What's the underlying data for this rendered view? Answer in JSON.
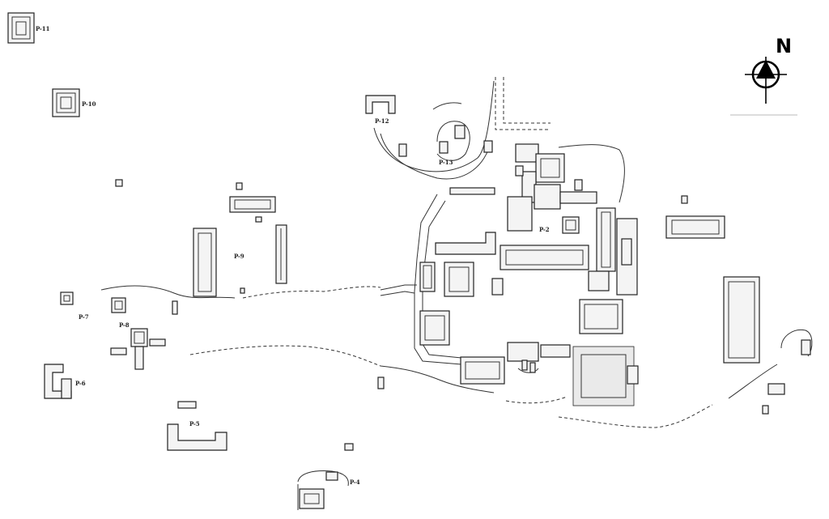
{
  "map": {
    "north_label": "N",
    "structure_labels": [
      "P-11",
      "P-10",
      "P-12",
      "P-13",
      "P-2",
      "P-9",
      "P-7",
      "P-8",
      "P-6",
      "P-5",
      "P-4"
    ]
  }
}
